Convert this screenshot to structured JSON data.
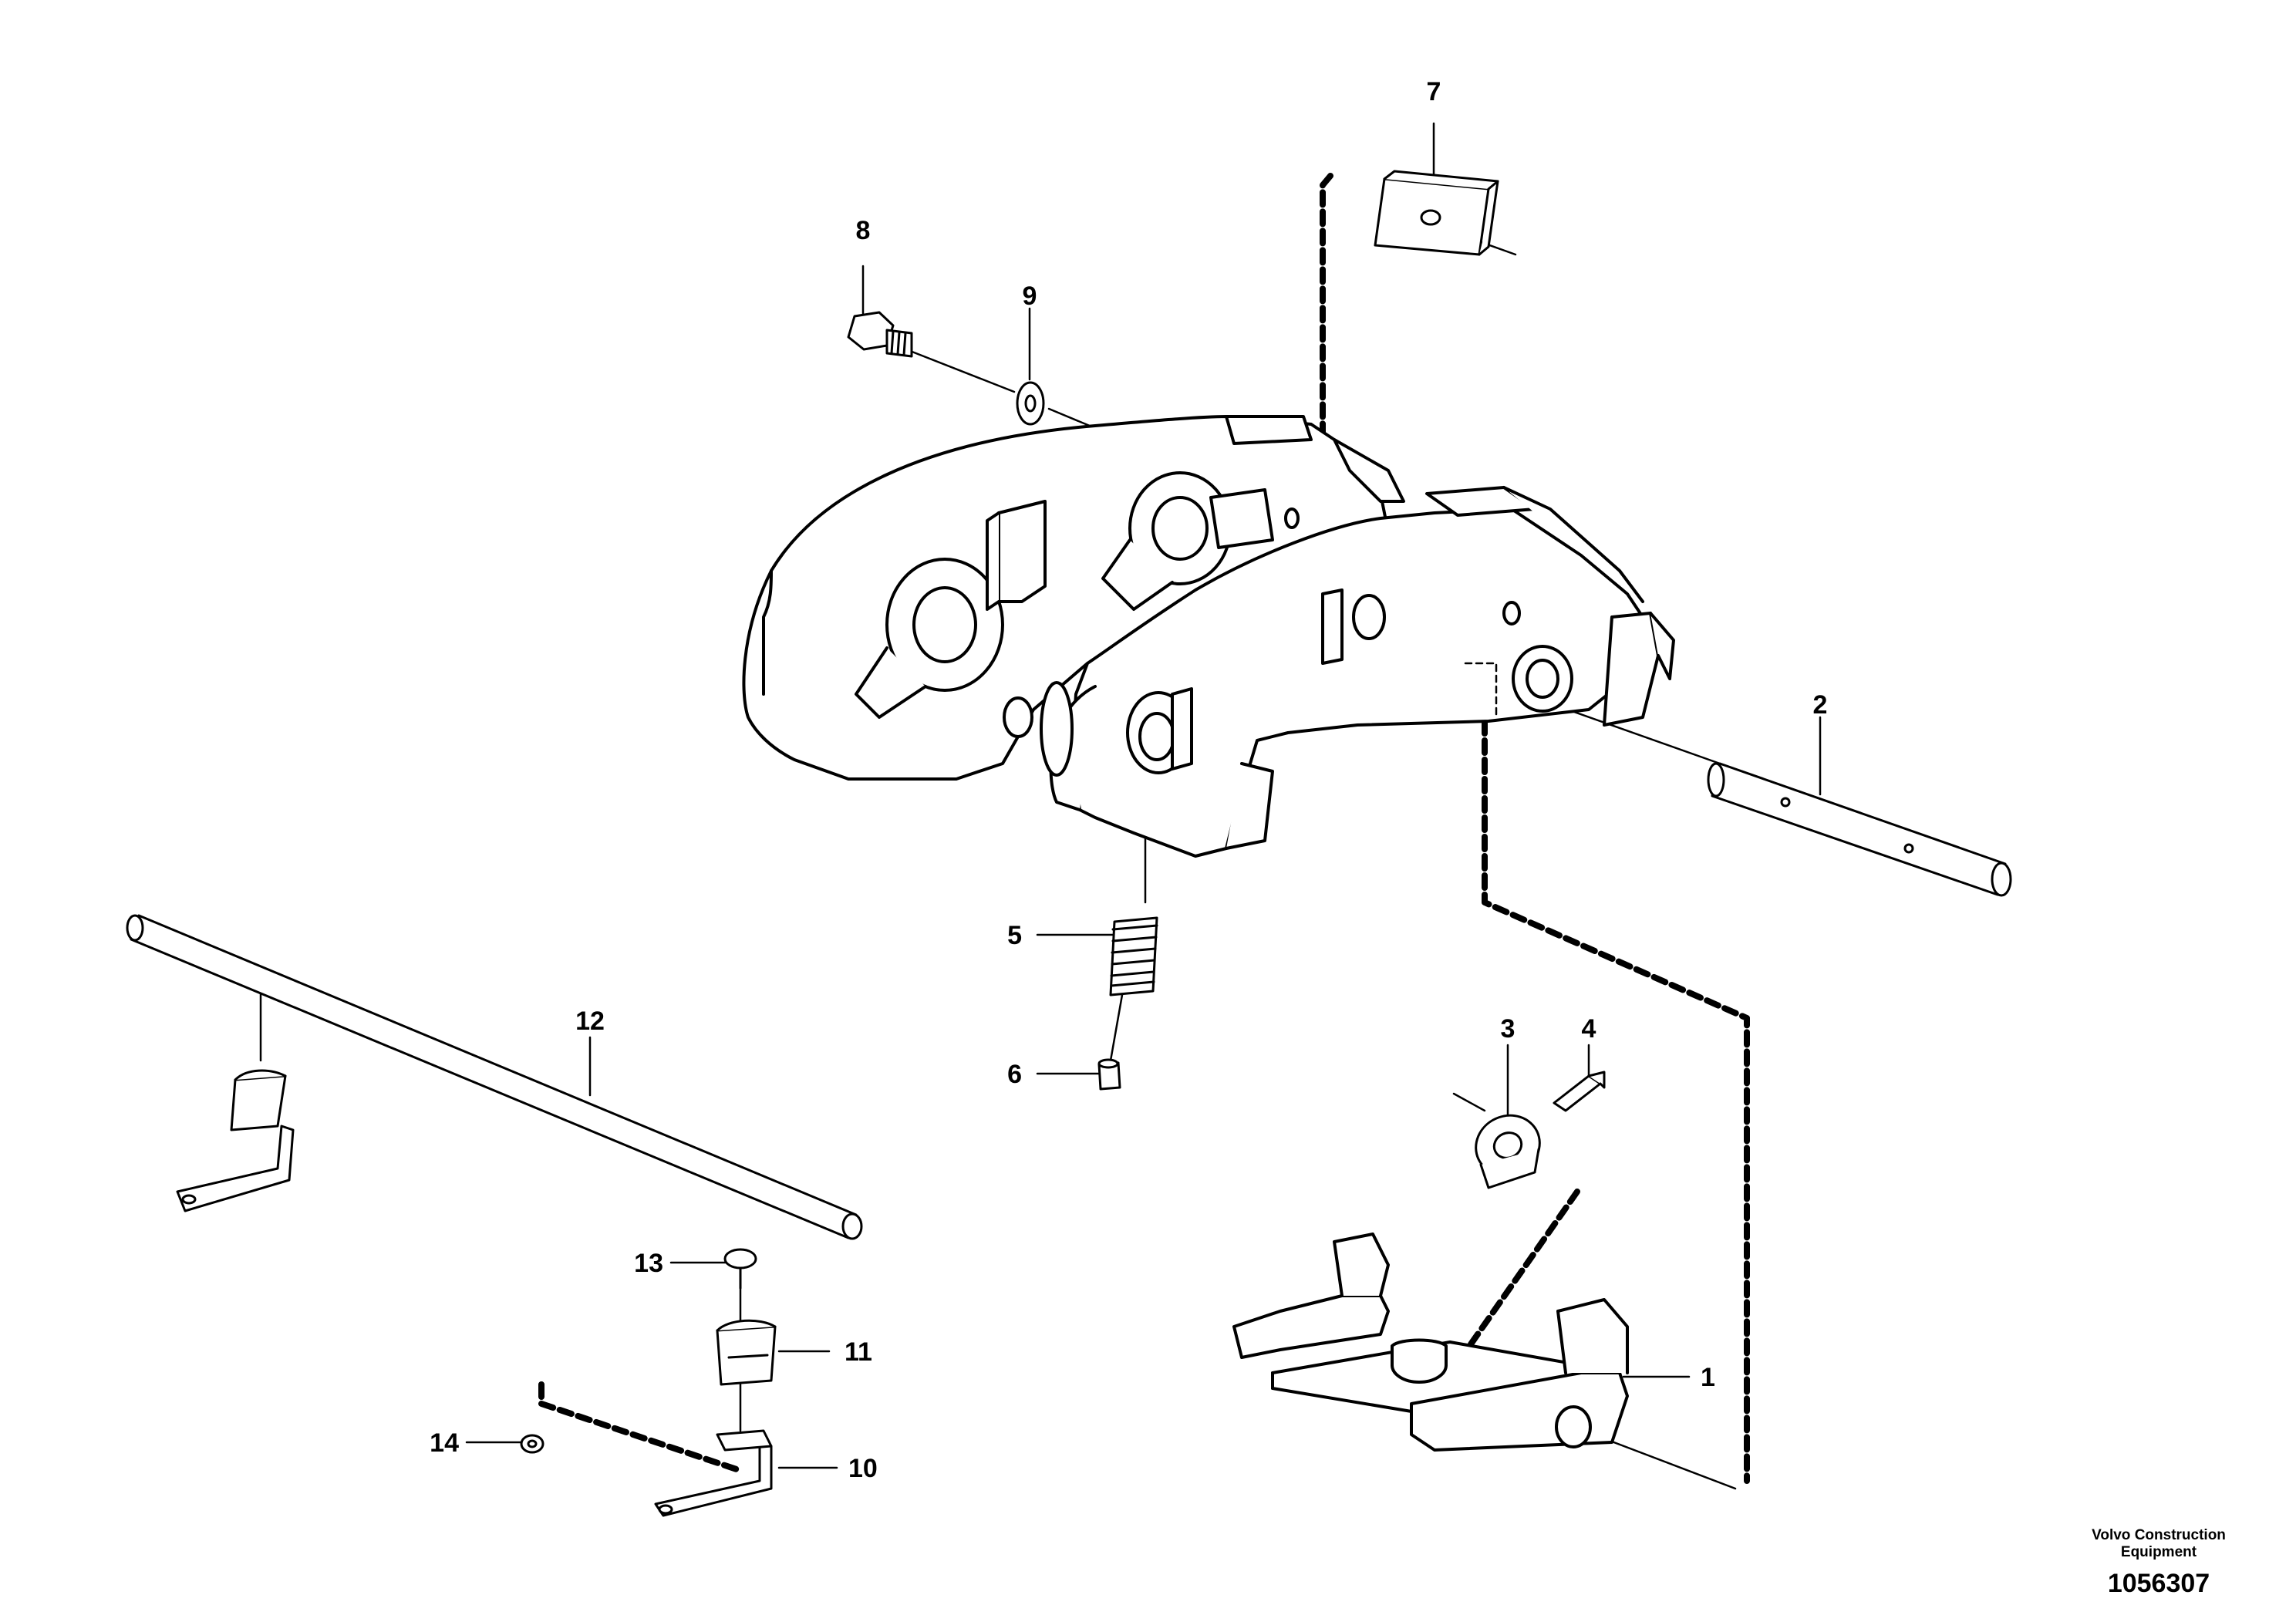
{
  "callouts": [
    "1",
    "2",
    "3",
    "4",
    "5",
    "6",
    "7",
    "8",
    "9",
    "10",
    "11",
    "12",
    "13",
    "14"
  ],
  "brand": {
    "line1": "Volvo Construction",
    "line2": "Equipment"
  },
  "document_number": "1056307"
}
